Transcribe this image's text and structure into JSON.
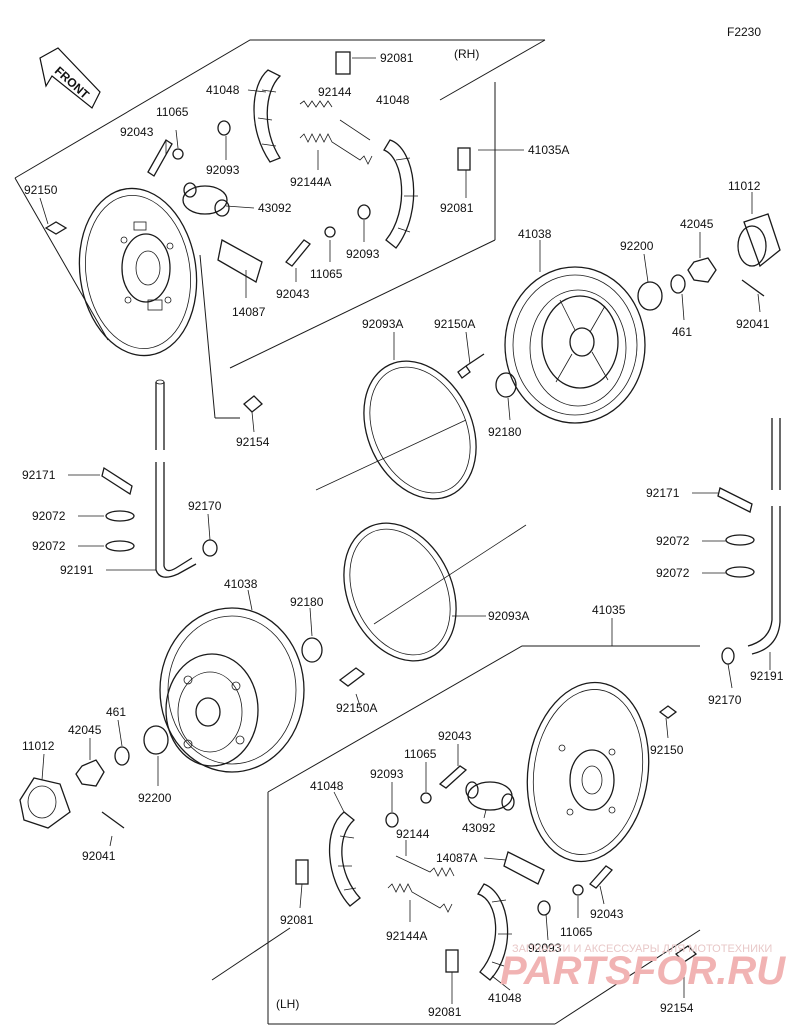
{
  "figure_code": "F2230",
  "front_label": "FRONT",
  "side_labels": {
    "rh": "(RH)",
    "lh": "(LH)"
  },
  "watermark": {
    "line1": "ЗАПЧАСТИ И АКСЕССУАРЫ ДЛЯ МОТОТЕХНИКИ",
    "line2": "PARTSFOR.RU"
  },
  "labels": {
    "p92081_rh_top": "92081",
    "p41048_rh_a": "41048",
    "p92144_rh": "92144",
    "p41048_rh_b": "41048",
    "p11065_rh_a": "11065",
    "p92043_rh_a": "92043",
    "p92093_rh_a": "92093",
    "p92144a_rh": "92144A",
    "p41035a": "41035A",
    "p92150_rh": "92150",
    "p43092_rh": "43092",
    "p92081_rh_b": "92081",
    "p11012_rh": "11012",
    "p42045_rh": "42045",
    "p41038_rh": "41038",
    "p92200_rh": "92200",
    "p92093_rh_b": "92093",
    "p11065_rh_b": "11065",
    "p14087": "14087",
    "p92043_rh_b": "92043",
    "p461_rh": "461",
    "p92041_rh": "92041",
    "p92093a_rh": "92093A",
    "p92150a_rh": "92150A",
    "p92180_rh": "92180",
    "p92154_rh": "92154",
    "p92171_l": "92171",
    "p92072_l1": "92072",
    "p92072_l2": "92072",
    "p92170_l": "92170",
    "p92191_l": "92191",
    "p92171_r": "92171",
    "p92072_r1": "92072",
    "p92072_r2": "92072",
    "p41038_lh": "41038",
    "p92180_lh": "92180",
    "p92093a_lh": "92093A",
    "p41035": "41035",
    "p92150a_lh": "92150A",
    "p461_lh": "461",
    "p42045_lh": "42045",
    "p11012_lh": "11012",
    "p92200_lh": "92200",
    "p92041_lh": "92041",
    "p92170_r": "92170",
    "p92191_r": "92191",
    "p92150_lh": "92150",
    "p92043_lh_a": "92043",
    "p11065_lh_a": "11065",
    "p92093_lh_a": "92093",
    "p41048_lh_a": "41048",
    "p92144_lh": "92144",
    "p43092_lh": "43092",
    "p14087a": "14087A",
    "p92081_lh_a": "92081",
    "p92144a_lh": "92144A",
    "p92043_lh_b": "92043",
    "p92093_lh_b": "92093",
    "p11065_lh_b": "11065",
    "p92081_lh_b": "92081",
    "p41048_lh_b": "41048",
    "p92154_lh": "92154"
  }
}
